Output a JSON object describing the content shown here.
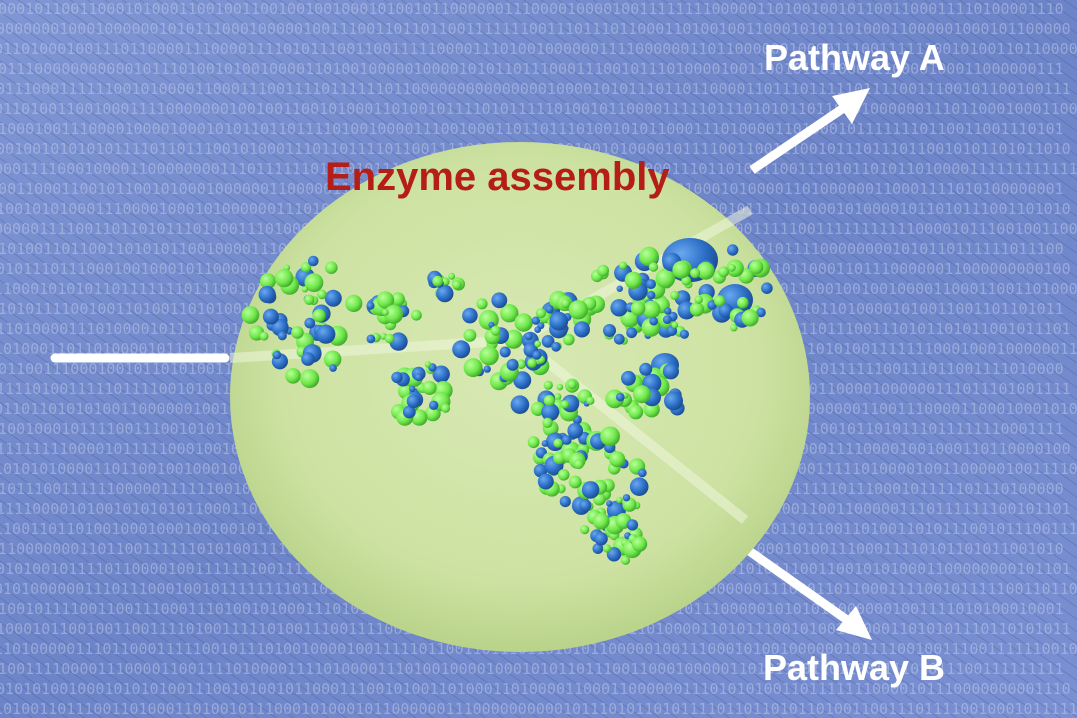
{
  "title": "Enzyme assembly",
  "pathway_a": "Pathway A",
  "pathway_b": "Pathway B",
  "colors": {
    "background": "#6f86c9",
    "sphere": "#cfe3a4",
    "title_text": "#b41e16",
    "arrow": "#ffffff",
    "protein_green": "#7ff05c",
    "protein_blue": "#2f73c9"
  },
  "icons": {
    "input_line": "line",
    "arrow_a": "arrow-up-right",
    "arrow_b": "arrow-down-right"
  }
}
